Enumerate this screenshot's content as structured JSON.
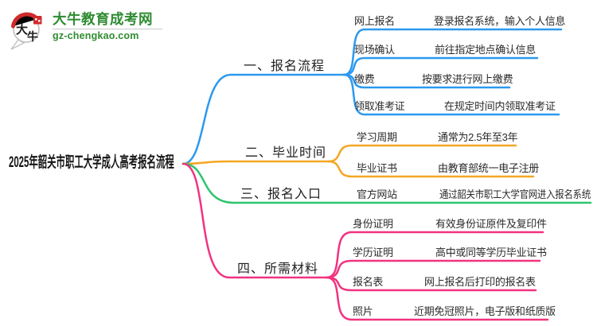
{
  "brand": {
    "name": "大牛教育成考网",
    "domain": "gz-chengkao.com",
    "logo_characters": "大牛",
    "brand_color": "#2e8b31",
    "logo_accent_color": "#cf2b2b"
  },
  "title": "2025年韶关市职工大学成人高考报名流程",
  "mindmap": {
    "branches": [
      {
        "label": "一、报名流程",
        "color": "#2b99f0",
        "items": [
          {
            "label": "网上报名",
            "value": "登录报名系统，输入个人信息"
          },
          {
            "label": "现场确认",
            "value": "前往指定地点确认信息"
          },
          {
            "label": "缴费",
            "value": "按要求进行网上缴费"
          },
          {
            "label": "领取准考证",
            "value": "在规定时间内领取准考证"
          }
        ]
      },
      {
        "label": "二、毕业时间",
        "color": "#f5a623",
        "items": [
          {
            "label": "学习周期",
            "value": "通常为2.5年至3年"
          },
          {
            "label": "毕业证书",
            "value": "由教育部统一电子注册"
          }
        ]
      },
      {
        "label": "三、报名入口",
        "color": "#2cc56e",
        "items": [
          {
            "label": "官方网站",
            "value": "通过韶关市职工大学官网进入报名系统"
          }
        ]
      },
      {
        "label": "四、所需材料",
        "color": "#f13380",
        "items": [
          {
            "label": "身份证明",
            "value": "有效身份证原件及复印件"
          },
          {
            "label": "学历证明",
            "value": "高中或同等学历毕业证书"
          },
          {
            "label": "报名表",
            "value": "网上报名后打印的报名表"
          },
          {
            "label": "照片",
            "value": "近期免冠照片，电子版和纸质版"
          }
        ]
      }
    ]
  }
}
